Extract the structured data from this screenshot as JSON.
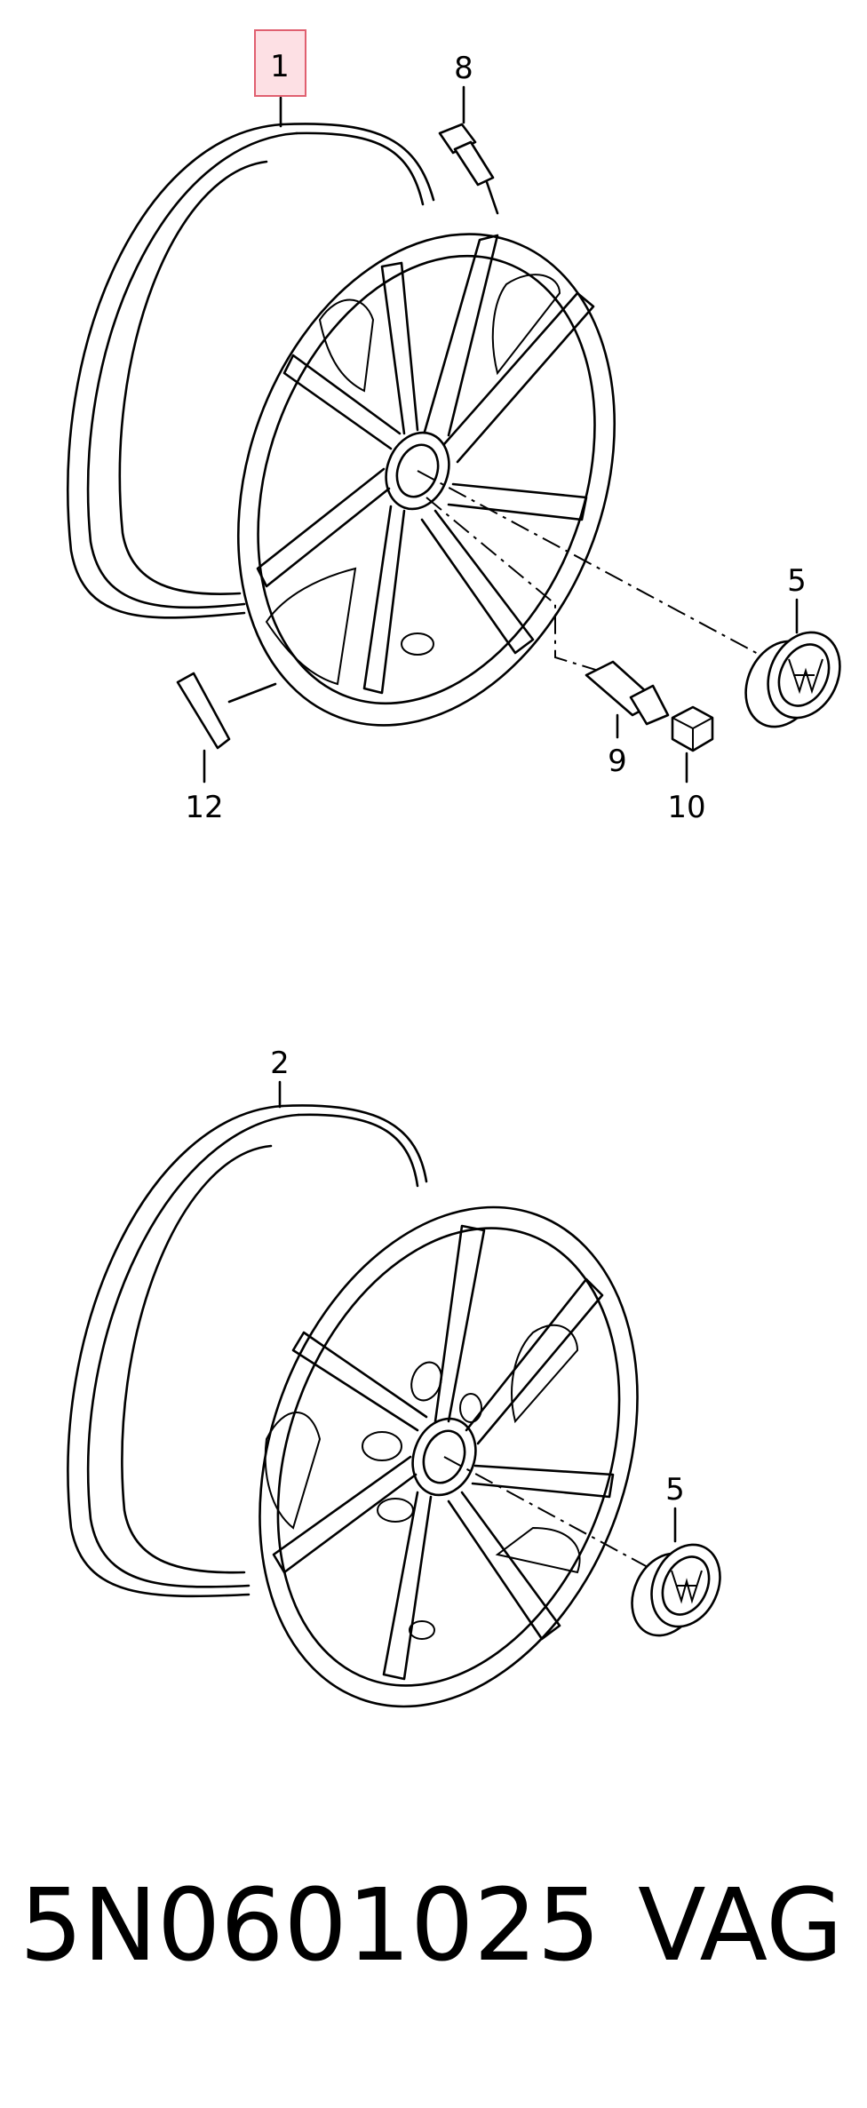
{
  "callouts": {
    "c1": "1",
    "c2": "2",
    "c5a": "5",
    "c5b": "5",
    "c8": "8",
    "c9": "9",
    "c10": "10",
    "c12": "12"
  },
  "footer": {
    "part_number": "5N0601025",
    "brand": "VAG"
  },
  "colors": {
    "highlight_fill": "#fde0e4",
    "highlight_stroke": "#e06070"
  }
}
